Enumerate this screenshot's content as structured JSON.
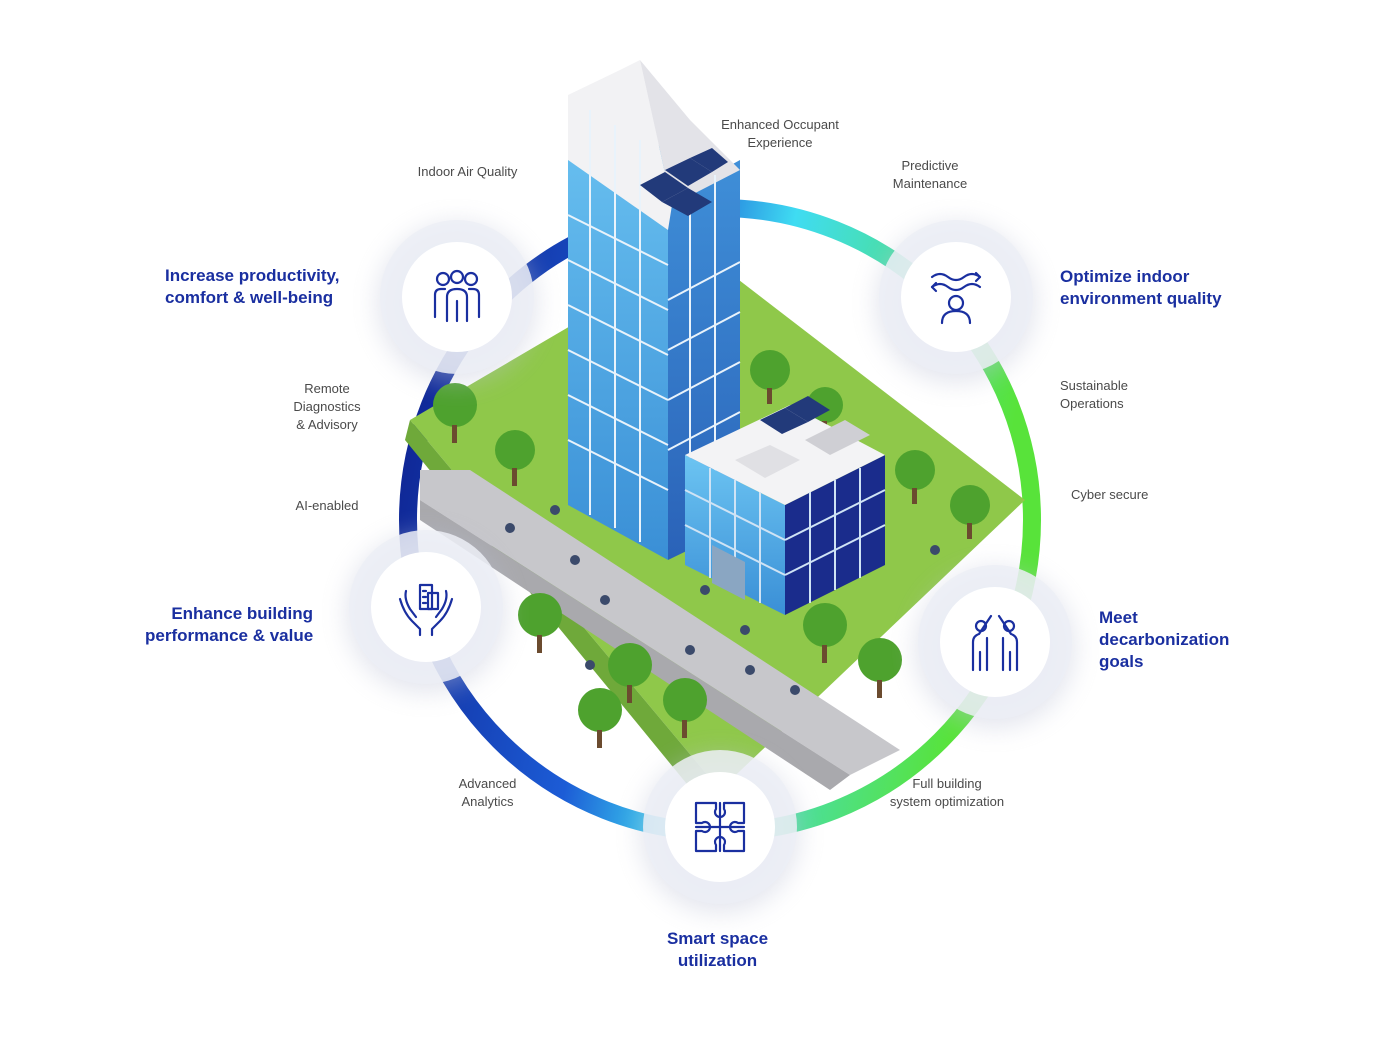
{
  "colors": {
    "accent": "#1a2fa0",
    "ring_navy": "#0d1d8a",
    "ring_cyan": "#3fdcf2",
    "ring_green": "#58e33a",
    "lawn": "#8fc84a",
    "glass": "#4aa8e8"
  },
  "benefits": {
    "productivity": [
      "Increase productivity,",
      "comfort & well-being"
    ],
    "environment": [
      "Optimize indoor",
      "environment quality"
    ],
    "performance": [
      "Enhance building",
      "performance & value"
    ],
    "decarbonization": [
      "Meet",
      "decarbonization",
      "goals"
    ],
    "space": [
      "Smart space",
      "utilization"
    ]
  },
  "features": {
    "occupant": [
      "Enhanced Occupant",
      "Experience"
    ],
    "predictive": [
      "Predictive",
      "Maintenance"
    ],
    "iaq": [
      "Indoor Air Quality"
    ],
    "sustainable": [
      "Sustainable",
      "Operations"
    ],
    "cyber": [
      "Cyber secure"
    ],
    "remote": [
      "Remote",
      "Diagnostics",
      "& Advisory"
    ],
    "ai": [
      "AI-enabled"
    ],
    "analytics": [
      "Advanced",
      "Analytics"
    ],
    "optimization": [
      "Full building",
      "system optimization"
    ]
  },
  "icons": {
    "productivity": "people-group-icon",
    "environment": "person-air-flow-icon",
    "performance": "hands-building-icon",
    "decarbonization": "high-five-icon",
    "space": "puzzle-icon"
  }
}
